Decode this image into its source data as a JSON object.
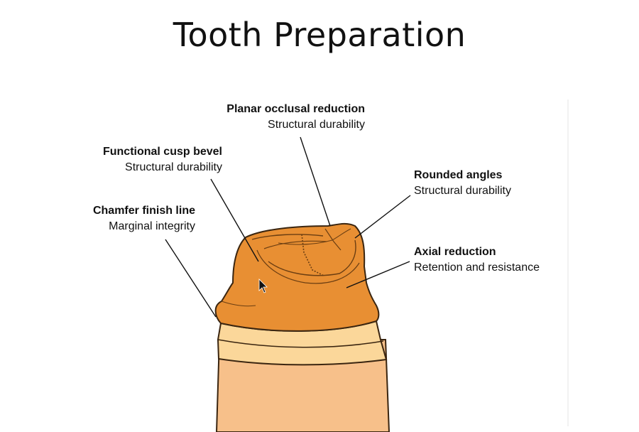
{
  "title": "Tooth Preparation",
  "labels": {
    "planar": {
      "name": "Planar occlusal reduction",
      "desc": "Structural durability"
    },
    "bevel": {
      "name": "Functional cusp bevel",
      "desc": "Structural durability"
    },
    "rounded": {
      "name": "Rounded angles",
      "desc": "Structural durability"
    },
    "chamfer": {
      "name": "Chamfer finish line",
      "desc": "Marginal integrity"
    },
    "axial": {
      "name": "Axial reduction",
      "desc": "Retention and resistance"
    }
  },
  "colors": {
    "prep": "#E88F33",
    "enamel_band": "#FBD79A",
    "root": "#F7C08A",
    "outline": "#3a2510"
  },
  "icons": [
    "mouse-cursor-icon"
  ]
}
